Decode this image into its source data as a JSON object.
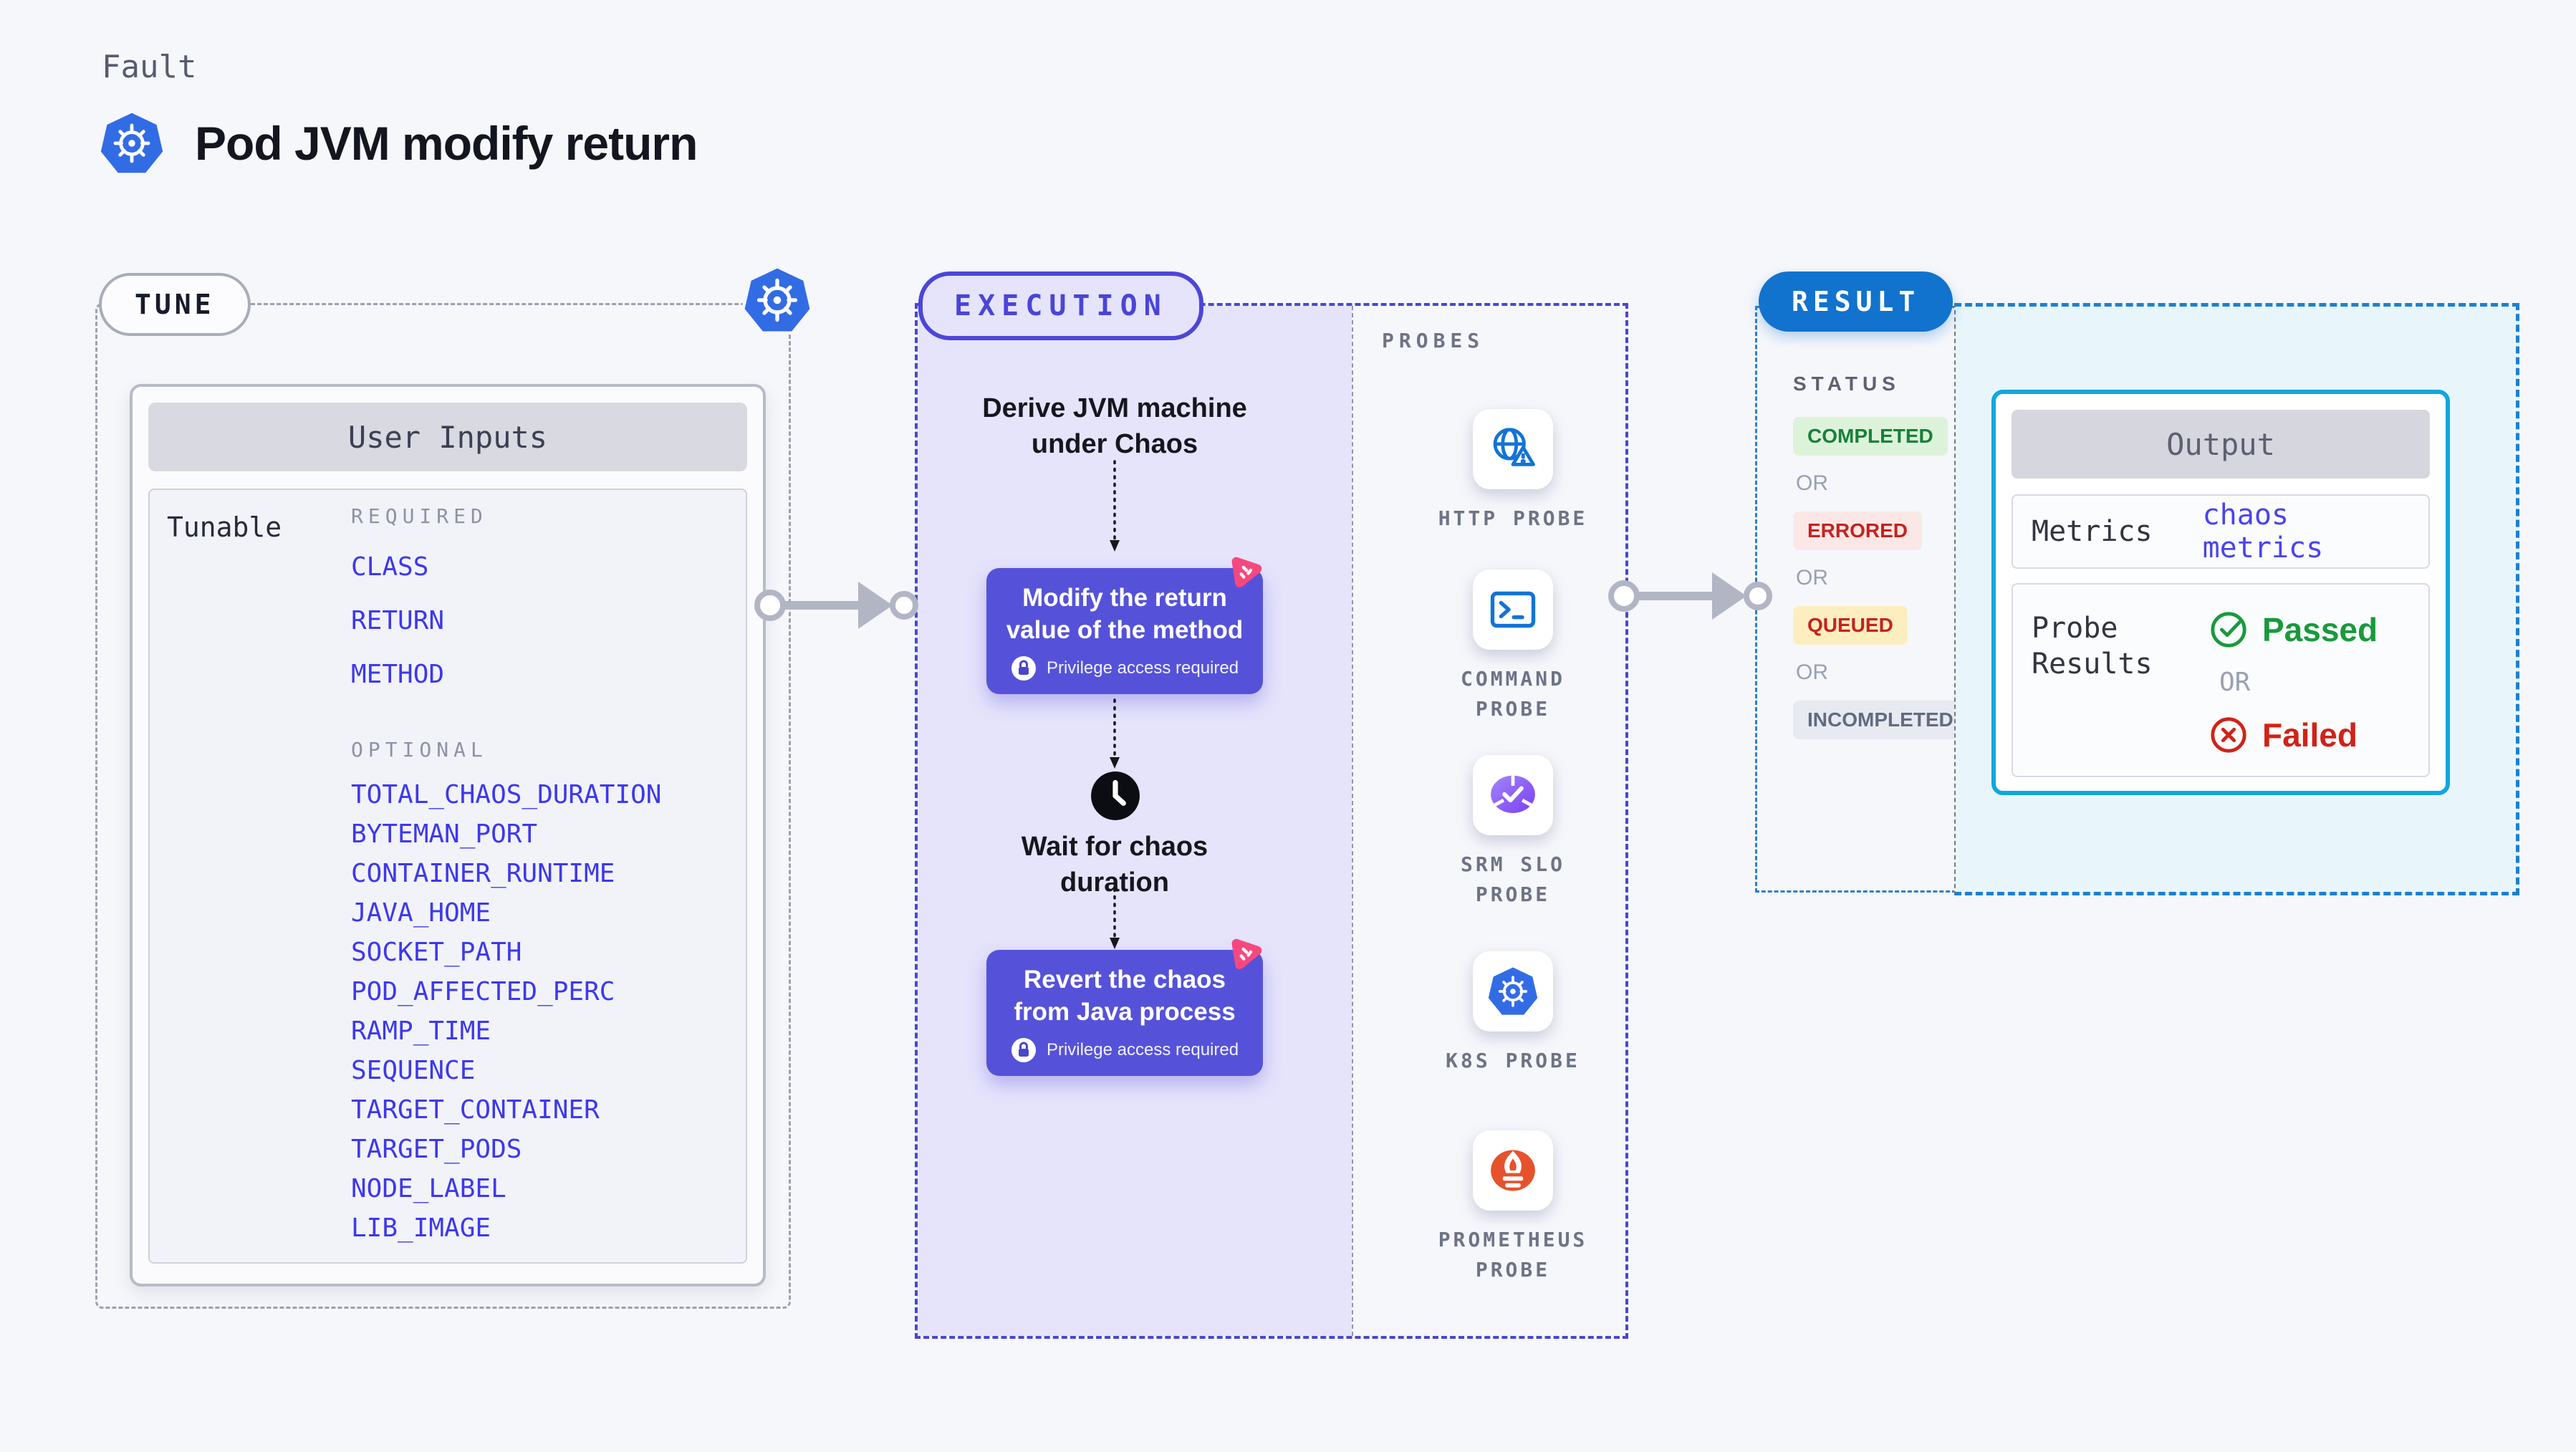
{
  "page": {
    "eyebrow": "Fault",
    "title": "Pod JVM modify return"
  },
  "tune": {
    "badge": "TUNE",
    "card_header": "User Inputs",
    "row_label": "Tunable",
    "required_label": "REQUIRED",
    "optional_label": "OPTIONAL",
    "required": [
      "CLASS",
      "RETURN",
      "METHOD"
    ],
    "optional": [
      "TOTAL_CHAOS_DURATION",
      "BYTEMAN_PORT",
      "CONTAINER_RUNTIME",
      "JAVA_HOME",
      "SOCKET_PATH",
      "POD_AFFECTED_PERC",
      "RAMP_TIME",
      "SEQUENCE",
      "TARGET_CONTAINER",
      "TARGET_PODS",
      "NODE_LABEL",
      "LIB_IMAGE"
    ]
  },
  "execution": {
    "badge": "EXECUTION",
    "step1_title": "Derive JVM machine under Chaos",
    "action1_text": "Modify the return value of the method",
    "action1_note": "Privilege access required",
    "step2_title": "Wait for chaos duration",
    "action2_text": "Revert the chaos from Java process",
    "action2_note": "Privilege access required"
  },
  "probes": {
    "label": "PROBES",
    "items": [
      {
        "label": "HTTP PROBE",
        "icon": "globe-alert-icon"
      },
      {
        "label": "COMMAND PROBE",
        "icon": "terminal-icon"
      },
      {
        "label": "SRM SLO PROBE",
        "icon": "slo-donut-icon"
      },
      {
        "label": "K8S PROBE",
        "icon": "kubernetes-icon"
      },
      {
        "label": "PROMETHEUS PROBE",
        "icon": "prometheus-icon"
      }
    ]
  },
  "result": {
    "badge": "RESULT",
    "status_label": "STATUS",
    "or_label": "OR",
    "statuses": [
      {
        "label": "COMPLETED",
        "style": "green"
      },
      {
        "label": "ERRORED",
        "style": "red"
      },
      {
        "label": "QUEUED",
        "style": "yellow"
      },
      {
        "label": "INCOMPLETED",
        "style": "gray"
      }
    ],
    "output": {
      "header": "Output",
      "metrics_label": "Metrics",
      "metrics_value": "chaos metrics",
      "probe_label": "Probe Results",
      "passed": "Passed",
      "failed": "Failed"
    }
  },
  "colors": {
    "k8s_blue": "#326ce5",
    "param_blue": "#3d38ee",
    "indigo_border": "#4b46d8",
    "purple_panel": "#e6e4fb",
    "action_purple": "#5552d9",
    "pink": "#f5487f",
    "result_blue": "#1173cd",
    "cyan_border": "#10a7de",
    "cyan_bg": "#e8f6fc",
    "green": "#189a3c",
    "red": "#c5221f",
    "yellow_bg": "#fdeec0",
    "gray_text": "#6e7386"
  }
}
